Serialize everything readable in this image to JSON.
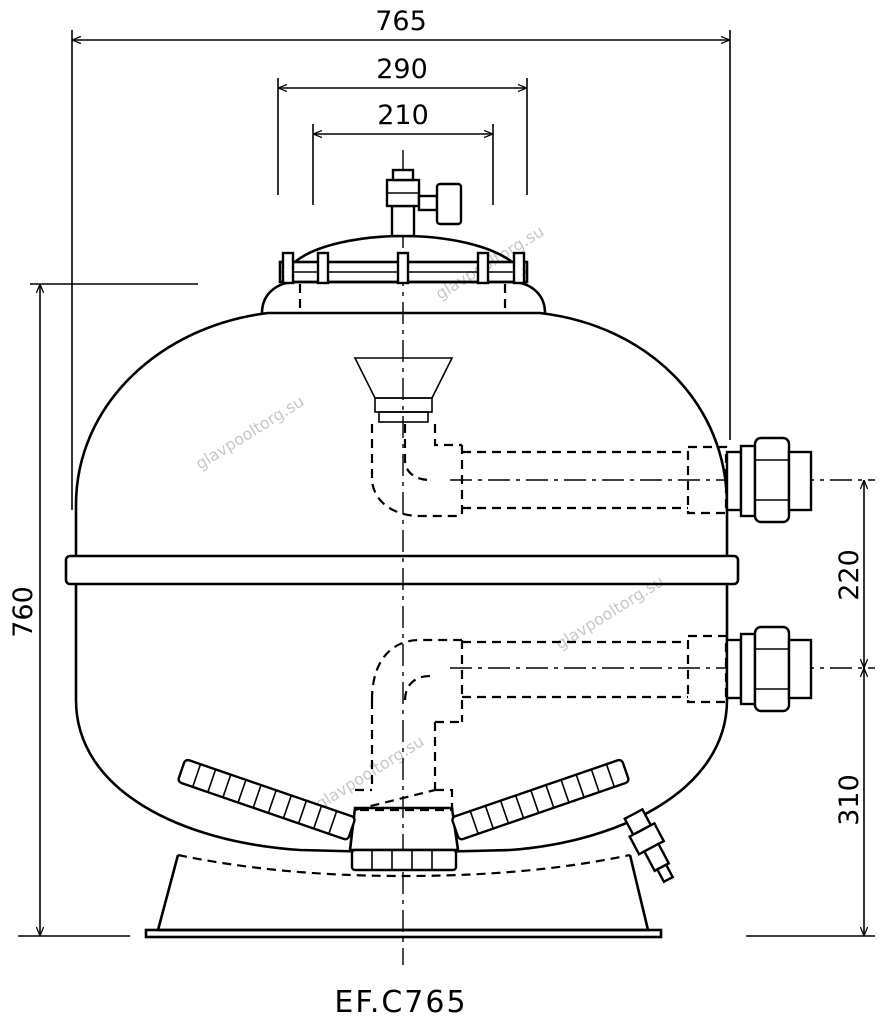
{
  "dimensions": {
    "overall_width": "765",
    "inlet_span": "290",
    "flange_span": "210",
    "height": "760",
    "nozzle_spacing": "220",
    "lower_nozzle_height": "310"
  },
  "model": "ΕF.C765",
  "watermark": "glavpooltorg.su"
}
